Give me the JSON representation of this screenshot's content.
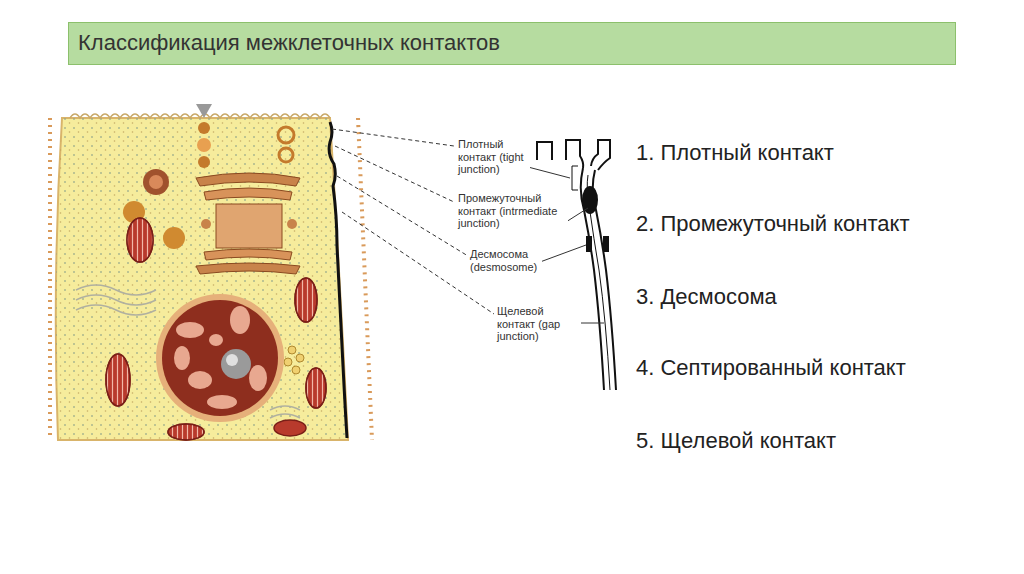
{
  "diagram": {
    "title": "Классификация межклеточных контактов",
    "labels": [
      "Плотный контакт (tight junction)",
      "Промежуточный контакт (intrmediate junction)",
      "Десмосома (desmosome)",
      "Щелевой контакт (gap junction)",
      "1. Плотный контакт",
      "2. Промежуточный контакт",
      "3. Десмосома",
      "4. Септированный контакт",
      "5. Щелевой контакт"
    ]
  }
}
